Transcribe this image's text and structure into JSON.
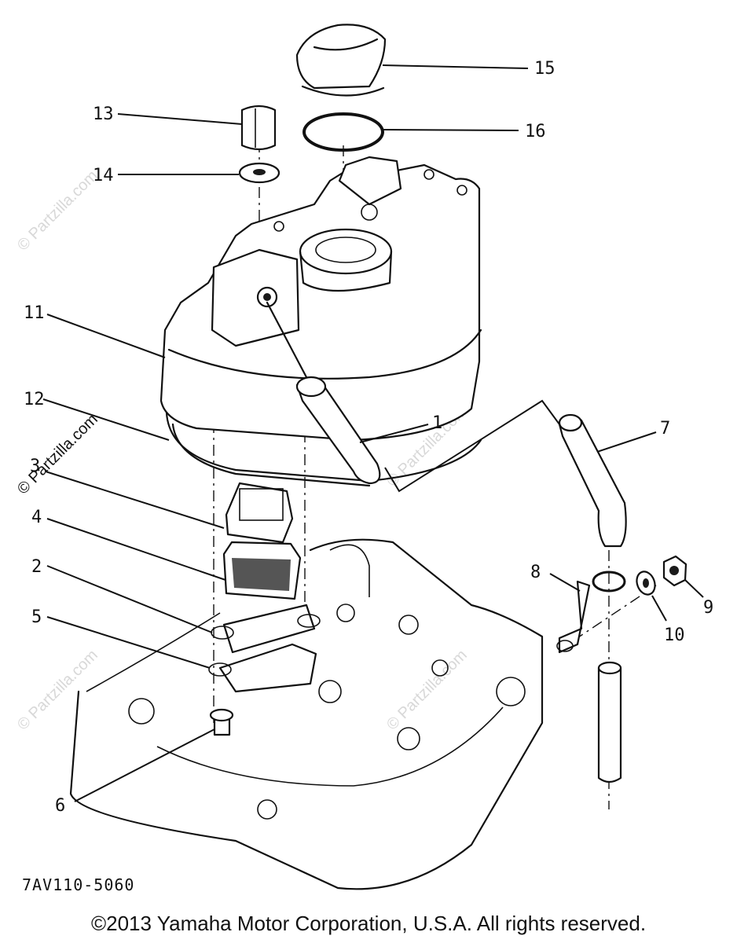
{
  "diagram": {
    "callouts": [
      "1",
      "2",
      "3",
      "4",
      "5",
      "6",
      "7",
      "8",
      "9",
      "10",
      "11",
      "12",
      "13",
      "14",
      "15",
      "16"
    ],
    "drawing_code": "7AV110-5060",
    "copyright": "©2013 Yamaha Motor Corporation, U.S.A. All rights reserved.",
    "watermark": "© Partzilla.com",
    "watermark_edge": "© Partzilla.com"
  }
}
